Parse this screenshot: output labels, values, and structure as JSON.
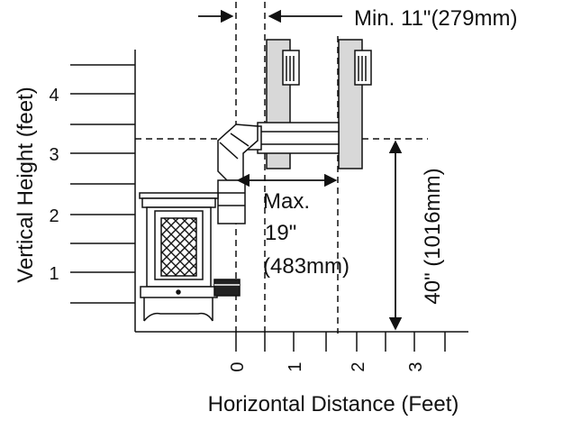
{
  "y_axis": {
    "label": "Vertical Height (feet)",
    "ticks": [
      "4",
      "3",
      "2",
      "1"
    ]
  },
  "x_axis": {
    "label": "Horizontal Distance (Feet)",
    "ticks": [
      "0",
      "1",
      "2",
      "3"
    ]
  },
  "dimensions": {
    "min_clearance": "Min. 11\"(279mm)",
    "max_line1": "Max.",
    "max_line2": "19\"",
    "max_line3": "(483mm)",
    "height": "40\" (1016mm)"
  },
  "colors": {
    "line": "#111111",
    "pipe_fill": "#d8d8d8",
    "stove_fill": "#ffffff"
  }
}
